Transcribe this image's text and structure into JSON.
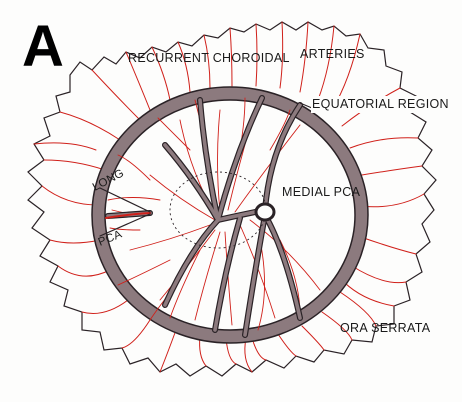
{
  "panel_letter": "A",
  "labels": {
    "recurrent": "RECURRENT  CHOROIDAL",
    "arteries": "ARTERIES",
    "equatorial": "EQUATORIAL REGION",
    "medial_pca": "MEDIAL PCA",
    "long": "LONG",
    "pca": "PCA",
    "ora_serrata": "ORA SERRATA"
  },
  "colors": {
    "vessel": "#d0201a",
    "ring_fill": "#8c7a7e",
    "outline": "#2a2226",
    "background": "#fdfdfc"
  }
}
